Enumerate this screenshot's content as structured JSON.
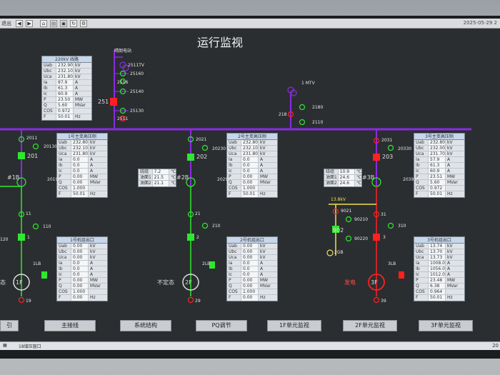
{
  "toolbar": {
    "left_text": "退出",
    "date": "2025-05-29 2"
  },
  "title": "运行监视",
  "line220": {
    "header": "220kV 线路",
    "rows": [
      {
        "k": "Uab",
        "v": "232.90",
        "u": "kV"
      },
      {
        "k": "Ubc",
        "v": "232.10",
        "u": "kV"
      },
      {
        "k": "Uca",
        "v": "231.80",
        "u": "kV"
      },
      {
        "k": "Ia",
        "v": "87.9",
        "u": "A"
      },
      {
        "k": "Ib",
        "v": "61.3",
        "u": "A"
      },
      {
        "k": "Ic",
        "v": "60.9",
        "u": "A"
      },
      {
        "k": "P",
        "v": "23.50",
        "u": "MW"
      },
      {
        "k": "Q",
        "v": "5.60",
        "u": "MVar"
      },
      {
        "k": "COS",
        "v": "0.972",
        "u": ""
      },
      {
        "k": "F",
        "v": "50.01",
        "u": "Hz"
      }
    ]
  },
  "labels": {
    "line_name": "晴朗电站",
    "l2511tv": "2511TV",
    "l25160": "25160",
    "l2516": "2516",
    "l25140": "25140",
    "l251": "251",
    "l25130": "25130",
    "l2511": "2511",
    "mtv": "1 MTV",
    "l2180": "2180",
    "l218": "218",
    "l2110": "2110",
    "l2011": "2011",
    "l20130": "20130",
    "l201": "201",
    "l1b": "#1B",
    "l2019": "2019",
    "l11": "11",
    "l110": "110",
    "l120": "120",
    "l1": "1",
    "l1lb": "1LB",
    "l19": "19",
    "l2021": "2021",
    "l20230": "20230",
    "l202": "202",
    "l2b": "#2B",
    "l2029": "2029",
    "l21": "21",
    "l210": "210",
    "l2": "2",
    "l2lb": "2LB",
    "l29": "29",
    "l2031": "2031",
    "l20330": "20330",
    "l203": "203",
    "l3b": "#3B",
    "l2039": "2039",
    "l138": "13.8kV",
    "l9021": "9021",
    "l90210": "90210",
    "l902": "902",
    "l90220": "90220",
    "l2gb": "2GB",
    "l31": "31",
    "l310": "310",
    "l3": "3",
    "l3lb": "3LB",
    "l39": "39",
    "gen1_state": "态",
    "gen2_state": "不定态",
    "gen3_state": "发电",
    "gen1": "1F",
    "gen2": "2F",
    "gen3": "3F"
  },
  "t1": {
    "header": "1号主变高压侧",
    "rows": [
      {
        "k": "Uab",
        "v": "232.80",
        "u": "kV"
      },
      {
        "k": "Ubc",
        "v": "232.10",
        "u": "kV"
      },
      {
        "k": "Uca",
        "v": "231.80",
        "u": "kV"
      },
      {
        "k": "Ia",
        "v": "0.0",
        "u": "A"
      },
      {
        "k": "Ib",
        "v": "0.0",
        "u": "A"
      },
      {
        "k": "Ic",
        "v": "0.0",
        "u": "A"
      },
      {
        "k": "P",
        "v": "0.00",
        "u": "MW"
      },
      {
        "k": "Q",
        "v": "0.00",
        "u": "MVar"
      },
      {
        "k": "COS",
        "v": "1.000",
        "u": ""
      },
      {
        "k": "F",
        "v": "50.01",
        "u": "Hz"
      }
    ]
  },
  "t2": {
    "header": "2号主变高压侧",
    "rows": [
      {
        "k": "Uab",
        "v": "232.80",
        "u": "kV"
      },
      {
        "k": "Ubc",
        "v": "232.10",
        "u": "kV"
      },
      {
        "k": "Uca",
        "v": "231.80",
        "u": "kV"
      },
      {
        "k": "Ia",
        "v": "0.0",
        "u": "A"
      },
      {
        "k": "Ib",
        "v": "0.0",
        "u": "A"
      },
      {
        "k": "Ic",
        "v": "0.0",
        "u": "A"
      },
      {
        "k": "P",
        "v": "0.00",
        "u": "MW"
      },
      {
        "k": "Q",
        "v": "0.00",
        "u": "MVar"
      },
      {
        "k": "COS",
        "v": "1.000",
        "u": ""
      },
      {
        "k": "F",
        "v": "50.01",
        "u": "Hz"
      }
    ]
  },
  "t3": {
    "header": "3号主变高压侧",
    "rows": [
      {
        "k": "Uab",
        "v": "232.80",
        "u": "kV"
      },
      {
        "k": "Ubc",
        "v": "232.00",
        "u": "kV"
      },
      {
        "k": "Uca",
        "v": "231.70",
        "u": "kV"
      },
      {
        "k": "Ia",
        "v": "57.9",
        "u": "A"
      },
      {
        "k": "Ib",
        "v": "61.3",
        "u": "A"
      },
      {
        "k": "Ic",
        "v": "60.9",
        "u": "A"
      },
      {
        "k": "P",
        "v": "23.51",
        "u": "MW"
      },
      {
        "k": "Q",
        "v": "5.60",
        "u": "MVar"
      },
      {
        "k": "COS",
        "v": "0.972",
        "u": ""
      },
      {
        "k": "F",
        "v": "50.01",
        "u": "Hz"
      }
    ]
  },
  "temp2": {
    "rows": [
      {
        "k": "绕组",
        "v": "7.2",
        "u": "℃"
      },
      {
        "k": "油面1",
        "v": "21.5",
        "u": "℃"
      },
      {
        "k": "油面2",
        "v": "21.1",
        "u": "℃"
      }
    ]
  },
  "temp3": {
    "rows": [
      {
        "k": "绕组",
        "v": "10.9",
        "u": "℃"
      },
      {
        "k": "油面1",
        "v": "24.6",
        "u": "℃"
      },
      {
        "k": "油面2",
        "v": "24.6",
        "u": "℃"
      }
    ]
  },
  "g1": {
    "header": "1号机组出口",
    "rows": [
      {
        "k": "Uab",
        "v": "0.00",
        "u": "kV"
      },
      {
        "k": "Ubc",
        "v": "0.00",
        "u": "kV"
      },
      {
        "k": "Uca",
        "v": "0.00",
        "u": "kV"
      },
      {
        "k": "Ia",
        "v": "0.0",
        "u": "A"
      },
      {
        "k": "Ib",
        "v": "0.0",
        "u": "A"
      },
      {
        "k": "Ic",
        "v": "0.0",
        "u": "A"
      },
      {
        "k": "P",
        "v": "0.00",
        "u": "MW"
      },
      {
        "k": "Q",
        "v": "0.00",
        "u": "MVar"
      },
      {
        "k": "COS",
        "v": "1.000",
        "u": ""
      },
      {
        "k": "F",
        "v": "0.00",
        "u": "Hz"
      }
    ]
  },
  "g2": {
    "header": "2号机组出口",
    "rows": [
      {
        "k": "Uab",
        "v": "0.00",
        "u": "kV"
      },
      {
        "k": "Ubc",
        "v": "0.00",
        "u": "kV"
      },
      {
        "k": "Uca",
        "v": "0.00",
        "u": "kV"
      },
      {
        "k": "Ia",
        "v": "0.0",
        "u": "A"
      },
      {
        "k": "Ib",
        "v": "0.0",
        "u": "A"
      },
      {
        "k": "Ic",
        "v": "0.0",
        "u": "A"
      },
      {
        "k": "P",
        "v": "0.00",
        "u": "MW"
      },
      {
        "k": "Q",
        "v": "0.00",
        "u": "MVar"
      },
      {
        "k": "COS",
        "v": "1.000",
        "u": ""
      },
      {
        "k": "F",
        "v": "0.00",
        "u": "Hz"
      }
    ]
  },
  "g3": {
    "header": "3号机组出口",
    "rows": [
      {
        "k": "Uab",
        "v": "13.74",
        "u": "kV"
      },
      {
        "k": "Ubc",
        "v": "13.70",
        "u": "kV"
      },
      {
        "k": "Uca",
        "v": "13.73",
        "u": "kV"
      },
      {
        "k": "Ia",
        "v": "1008.0",
        "u": "A"
      },
      {
        "k": "Ib",
        "v": "1056.0",
        "u": "A"
      },
      {
        "k": "Ic",
        "v": "1012.0",
        "u": "A"
      },
      {
        "k": "P",
        "v": "23.48",
        "u": "MW"
      },
      {
        "k": "Q",
        "v": "6.38",
        "u": "MVar"
      },
      {
        "k": "COS",
        "v": "0.964",
        "u": ""
      },
      {
        "k": "F",
        "v": "50.01",
        "u": "Hz"
      }
    ]
  },
  "nav": [
    "引",
    "主接线",
    "系统结构",
    "PQ调节",
    "1F单元监视",
    "2F单元监视",
    "3F单元监视"
  ],
  "taskbar": {
    "item": "18增压窗口",
    "tray": "20"
  },
  "colors": {
    "bus": "#8a2be2",
    "line": "#31e831",
    "breaker_on": "#ff2020",
    "breaker_off": "#20c020"
  }
}
